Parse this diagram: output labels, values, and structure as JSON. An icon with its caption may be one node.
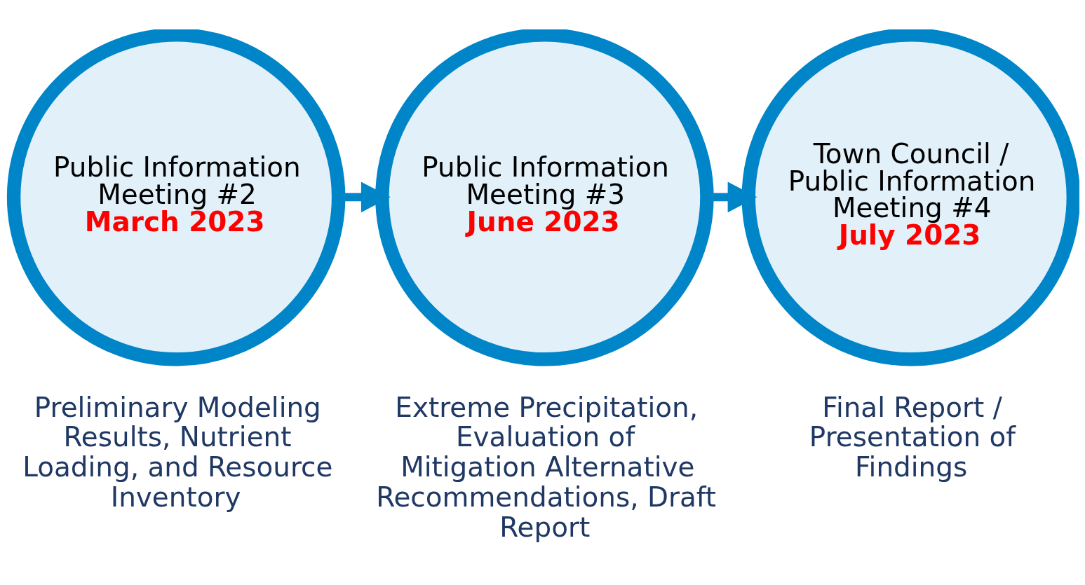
{
  "diagram": {
    "nodes": [
      {
        "text": [
          "Public Information Meeting #2",
          "March 2023"
        ],
        "beside": [
          "Preliminary Modeling Results, Nutrient Loading, and Resource Inventory"
        ]
      },
      {
        "text": [
          "Public Information Meeting #3",
          "June 2023"
        ],
        "beside": [
          "Extreme Precipitation, Evaluation of Mitigation Alternative Recommendations, Draft Report"
        ]
      },
      {
        "text": [
          "Town Council / Public Information Meeting #4",
          "July 2023"
        ],
        "beside": [
          "Final Report / Presentation of Findings"
        ]
      }
    ],
    "edges": [
      {
        "from": 0,
        "to": 1,
        "arrow": "to"
      },
      {
        "from": 1,
        "to": 2,
        "arrow": "to"
      }
    ]
  }
}
